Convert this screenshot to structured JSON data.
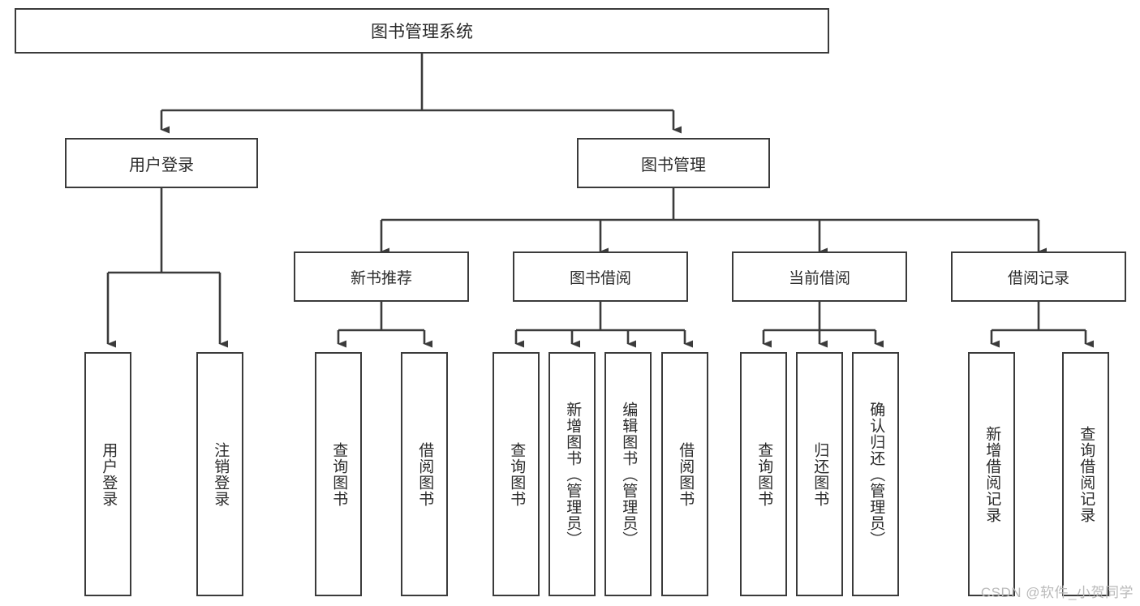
{
  "diagram": {
    "title": "图书管理系统",
    "type": "tree-hierarchy",
    "root": {
      "label": "图书管理系统"
    },
    "level2": [
      {
        "label": "用户登录"
      },
      {
        "label": "图书管理"
      }
    ],
    "level3": [
      {
        "label": "新书推荐"
      },
      {
        "label": "图书借阅"
      },
      {
        "label": "当前借阅"
      },
      {
        "label": "借阅记录"
      }
    ],
    "leaves": {
      "user_login": [
        {
          "label": "用户登录"
        },
        {
          "label": "注销登录"
        }
      ],
      "new_book_recommend": [
        {
          "label": "查询图书"
        },
        {
          "label": "借阅图书"
        }
      ],
      "book_borrow": [
        {
          "label": "查询图书"
        },
        {
          "label": "新增图书（管理员）"
        },
        {
          "label": "编辑图书（管理员）"
        },
        {
          "label": "借阅图书"
        }
      ],
      "current_borrow": [
        {
          "label": "查询图书"
        },
        {
          "label": "归还图书"
        },
        {
          "label": "确认归还（管理员）"
        }
      ],
      "borrow_record": [
        {
          "label": "新增借阅记录"
        },
        {
          "label": "查询借阅记录"
        }
      ]
    }
  },
  "watermark": {
    "text": "CSDN @软件_小贺同学"
  },
  "colors": {
    "border": "#3b3b3b",
    "text": "#2b2b2b",
    "background": "#ffffff",
    "wire": "#3b3b3b",
    "watermark": "#b9b9b9"
  }
}
